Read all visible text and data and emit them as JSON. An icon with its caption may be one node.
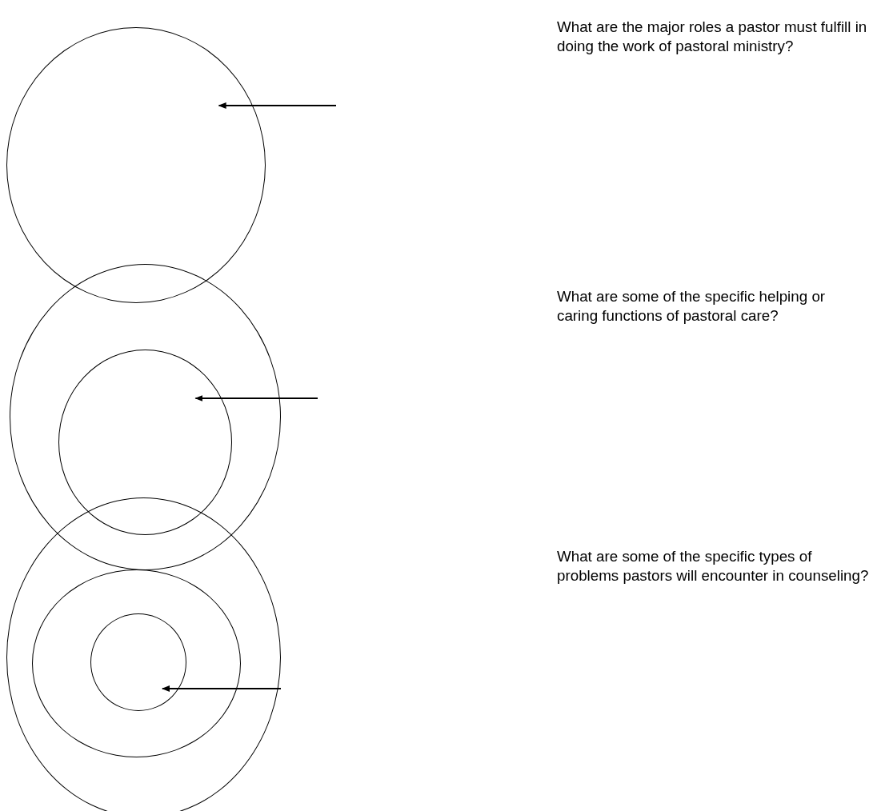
{
  "diagram": {
    "nodes": [
      {
        "text": [],
        "shape": "circle"
      },
      {
        "text": [],
        "shape": "circle"
      },
      {
        "text": [],
        "shape": "circle",
        "in": 1
      },
      {
        "text": [],
        "shape": "circle"
      },
      {
        "text": [],
        "shape": "circle",
        "in": 3
      },
      {
        "text": [],
        "shape": "circle",
        "in": 4
      }
    ],
    "edges": [
      {
        "from": null,
        "to": 0,
        "arrow": "to"
      },
      {
        "from": null,
        "to": 2,
        "arrow": "to"
      },
      {
        "from": null,
        "to": 5,
        "arrow": "to"
      }
    ],
    "labels": [
      "What are the major roles a pastor must fulfill in doing the work of pastoral ministry?",
      "What are some of the specific helping or caring functions of pastoral care?",
      "What are some of the specific types of problems pastors will encounter in counseling?"
    ]
  }
}
